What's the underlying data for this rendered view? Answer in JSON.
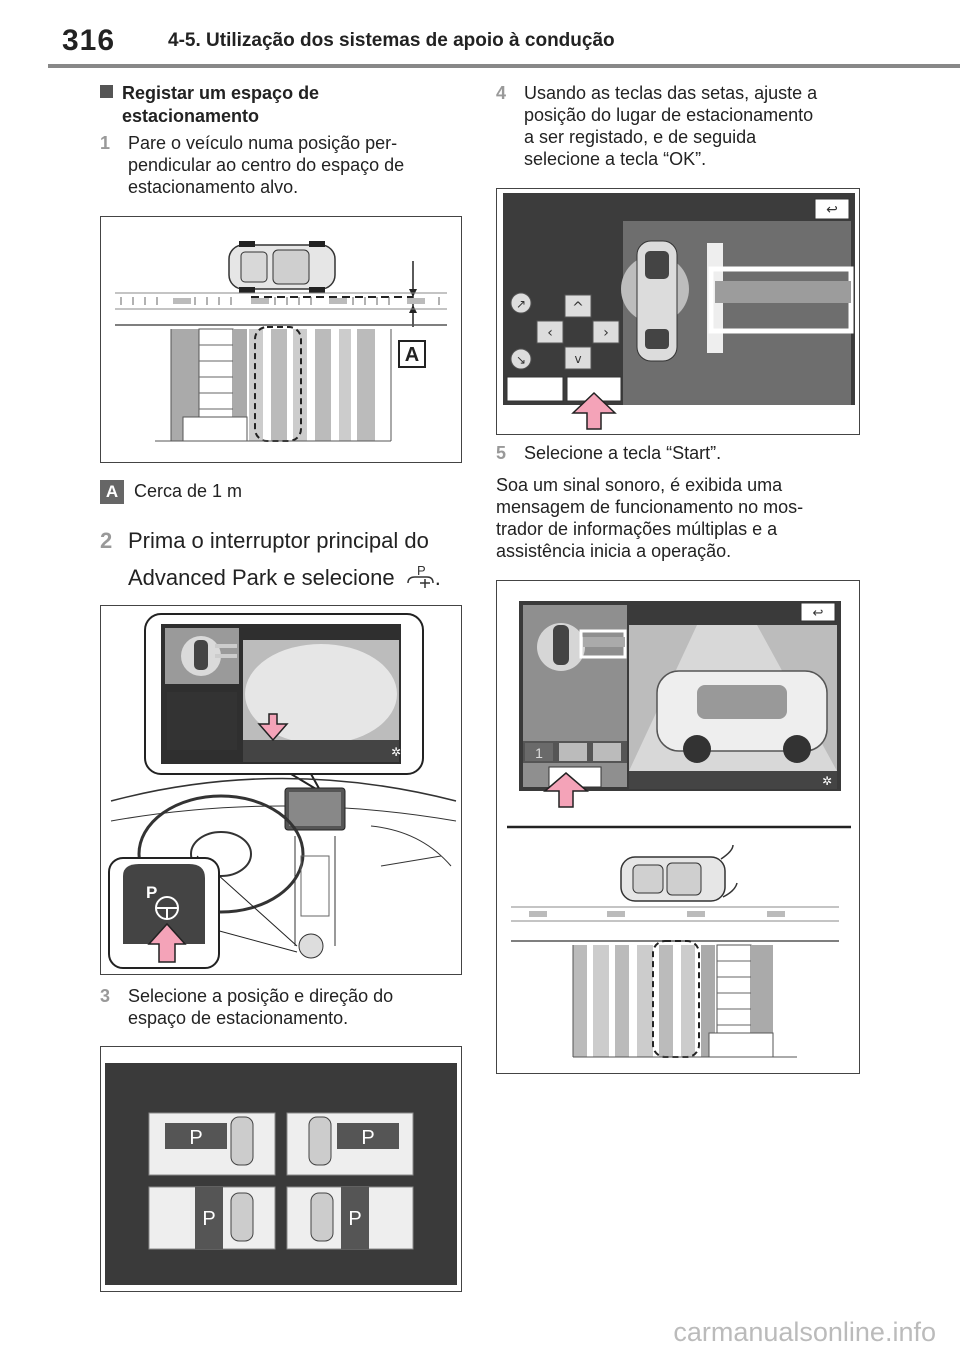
{
  "header": {
    "page_number": "316",
    "section_title": "4-5. Utilização dos sistemas de apoio à condução"
  },
  "left": {
    "heading_line1": "Registar um espaço de",
    "heading_line2": "estacionamento",
    "step1": {
      "num": "1",
      "lines": [
        "Pare o veículo numa posição per-",
        "pendicular ao centro do espaço de",
        "estacionamento alvo."
      ]
    },
    "fig1": {
      "label_a": "A"
    },
    "caption_a": {
      "badge": "A",
      "text": "Cerca de 1 m"
    },
    "step2": {
      "num": "2",
      "line1": "Prima o interruptor principal do",
      "line2": "Advanced Park e selecione",
      "end": "."
    },
    "fig2": {
      "switch_letter": "P"
    },
    "step3": {
      "num": "3",
      "lines": [
        "Selecione a posição e direção do",
        "espaço de estacionamento."
      ]
    },
    "fig3": {
      "p_labels": [
        "P",
        "P",
        "P",
        "P"
      ]
    }
  },
  "right": {
    "step4": {
      "num": "4",
      "lines": [
        "Usando as teclas das setas, ajuste a",
        "posição do lugar de estacionamento",
        "a ser registado, e de seguida",
        "selecione a tecla “OK”."
      ]
    },
    "step5": {
      "num": "5",
      "text": "Selecione a tecla “Start”."
    },
    "para": {
      "lines": [
        "Soa um sinal sonoro, é exibida uma",
        "mensagem de funcionamento no mos-",
        "trador de informações múltiplas e a",
        "assistência inicia a operação."
      ]
    },
    "fig5": {
      "slot_number": "1"
    }
  },
  "watermark": "carmanualsonline.info",
  "colors": {
    "arrow_pink": "#f4a3b8",
    "screen_dark": "#3a3a3a",
    "rule_gray": "#888888"
  }
}
